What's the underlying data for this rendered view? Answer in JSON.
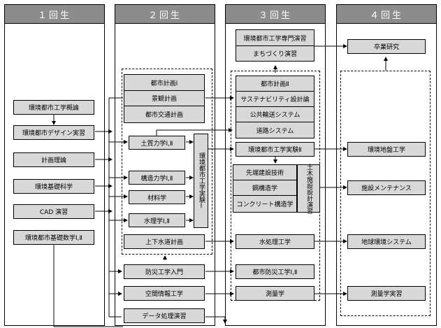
{
  "columns": [
    "１回生",
    "２回生",
    "３回生",
    "４回生"
  ],
  "year1": {
    "intro": "環境都市工学概論",
    "design": "環境都市デザイン実習",
    "planning_theory": "計画理論",
    "env_science": "環境基礎科学",
    "cad": "CAD 演習",
    "math": "環境都市基礎数学Ⅰ,Ⅱ"
  },
  "year2": {
    "urban_plan": "都市計画Ⅰ",
    "landscape": "景観計画",
    "transport": "都市交通計画",
    "soil": "土質力学Ⅰ,Ⅱ",
    "struct": "構造力学Ⅰ,Ⅱ",
    "materials": "材料学",
    "hydraulics": "水理学Ⅰ,Ⅱ",
    "exp1": "環境都市工学実験Ⅰ",
    "water_sewer": "上下水道計画",
    "disaster": "防災工学入門",
    "spatial": "空間情報工学",
    "data": "データ処理演習"
  },
  "year3": {
    "seminar": "環境都市工学専門演習",
    "machizukuri": "まちづくり演習",
    "urban_plan2": "都市計画Ⅱ",
    "sustain": "サステナビリティ設計論",
    "public_transport": "公共輸送システム",
    "road": "道路システム",
    "exp2": "環境都市工学実験Ⅱ",
    "advanced": "先端建設技術",
    "steel": "鋼構造学",
    "concrete": "コンクリート構造学",
    "civil_design": "土木施設設計演習",
    "water_treat": "水処理工学",
    "urban_disaster": "都市防災工学Ⅰ,Ⅱ",
    "surveying": "測量学"
  },
  "year4": {
    "graduation": "卒業研究",
    "geo": "環境地盤工学",
    "maintenance": "施設メンテナンス",
    "global_env": "地球環境システム",
    "survey_practice": "測量学実習"
  },
  "colors": {
    "header": "#8c8c8c",
    "box": "#d8d8d8",
    "line": "#000000"
  }
}
